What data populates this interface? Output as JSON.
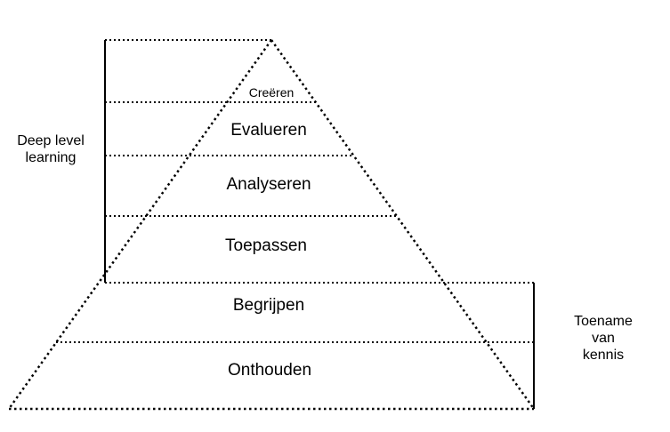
{
  "diagram": {
    "levels": [
      {
        "id": "creeren",
        "label": "Creëren"
      },
      {
        "id": "evalueren",
        "label": "Evalueren"
      },
      {
        "id": "analyseren",
        "label": "Analyseren"
      },
      {
        "id": "toepassen",
        "label": "Toepassen"
      },
      {
        "id": "begrijpen",
        "label": "Begrijpen"
      },
      {
        "id": "onthouden",
        "label": "Onthouden"
      }
    ],
    "annotations": {
      "left": "Deep level\nlearning",
      "right": "Toename van\nkennis"
    },
    "colors": {
      "line": "#000000",
      "text": "#000000",
      "background": "#ffffff"
    }
  }
}
